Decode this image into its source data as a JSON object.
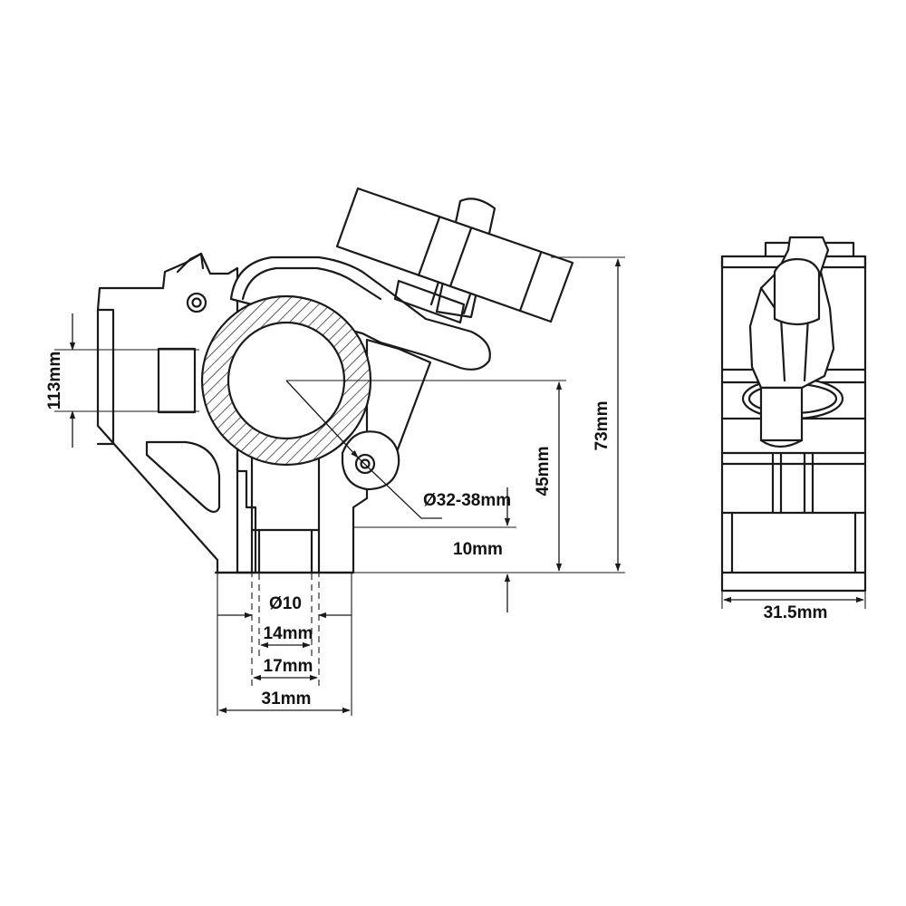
{
  "colors": {
    "line": "#1a1a1a",
    "text": "#111111",
    "background": "#ffffff"
  },
  "dimensions": {
    "height_113": "113mm",
    "height_73": "73mm",
    "height_45": "45mm",
    "tube_diameter": "Ø32-38mm",
    "offset_10": "10mm",
    "bolt_diameter": "Ø10",
    "width_14": "14mm",
    "width_17": "17mm",
    "width_31": "31mm",
    "side_width": "31.5mm"
  }
}
